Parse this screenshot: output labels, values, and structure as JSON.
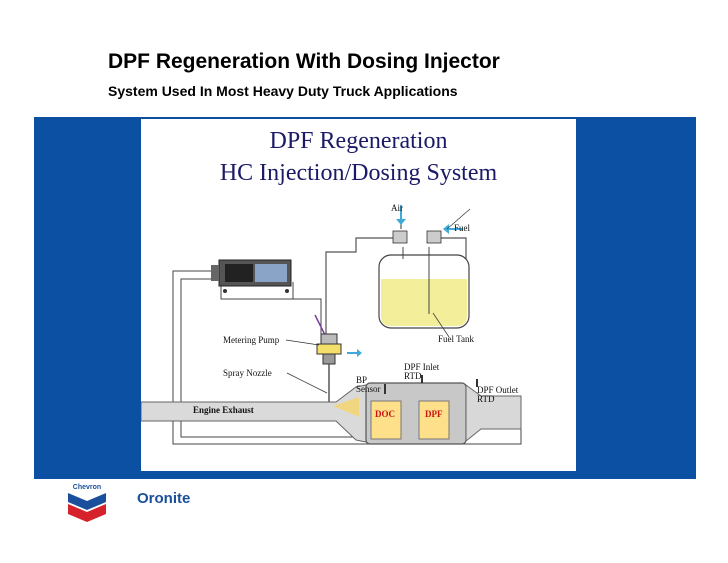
{
  "slide": {
    "title": "DPF Regeneration With Dosing Injector",
    "subtitle": "System Used In Most Heavy Duty Truck Applications"
  },
  "diagram": {
    "heading_line1": "DPF Regeneration",
    "heading_line2": "HC Injection/Dosing System",
    "labels": {
      "air": "Air",
      "fuel": "Fuel",
      "fuel_tank": "Fuel Tank",
      "metering_pump": "Metering Pump",
      "spray_nozzle": "Spray Nozzle",
      "engine_exhaust": "Engine Exhaust",
      "bp_sensor_1": "BP",
      "bp_sensor_2": "Sensor",
      "dpf_inlet_1": "DPF Inlet",
      "dpf_inlet_2": "RTD",
      "dpf_outlet_1": "DPF Outlet",
      "dpf_outlet_2": "RTD",
      "doc": "DOC",
      "dpf": "DPF"
    }
  },
  "footer": {
    "logo_text": "Chevron",
    "brand": "Oronite"
  },
  "colors": {
    "band": "#0b50a3",
    "tank_fill": "#f2ee9a",
    "doc_dpf_fill": "#ffe08a",
    "label_red": "#cc1111",
    "logo_blue": "#1a4f9c",
    "logo_red": "#d6222a"
  }
}
